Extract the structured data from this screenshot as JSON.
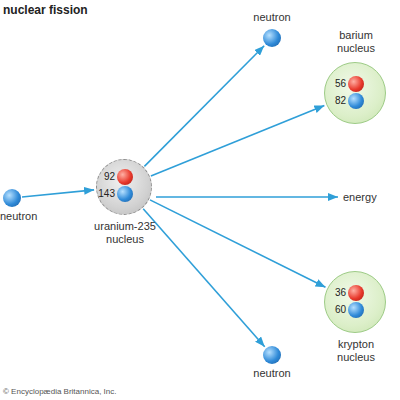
{
  "diagram": {
    "title": "nuclear fission",
    "nodes": [
      {
        "text": [
          "neutron"
        ]
      },
      {
        "text": [
          "92",
          "143",
          "uranium-235 nucleus"
        ]
      },
      {
        "text": [
          "neutron"
        ]
      },
      {
        "text": [
          "barium nucleus",
          "56",
          "82"
        ]
      },
      {
        "text": [
          "36",
          "60",
          "krypton nucleus"
        ]
      },
      {
        "text": [
          "neutron"
        ]
      }
    ],
    "edges": [
      {
        "from": 0,
        "to": 1,
        "arrow": "to"
      },
      {
        "from": 1,
        "to": 2,
        "arrow": "to"
      },
      {
        "from": 1,
        "to": 3,
        "arrow": "to"
      },
      {
        "from": 1,
        "to": 4,
        "arrow": "to"
      },
      {
        "from": 1,
        "to": 5,
        "arrow": "to"
      }
    ],
    "labels": [
      "energy",
      "© Encyclopædia Britannica, Inc."
    ]
  }
}
